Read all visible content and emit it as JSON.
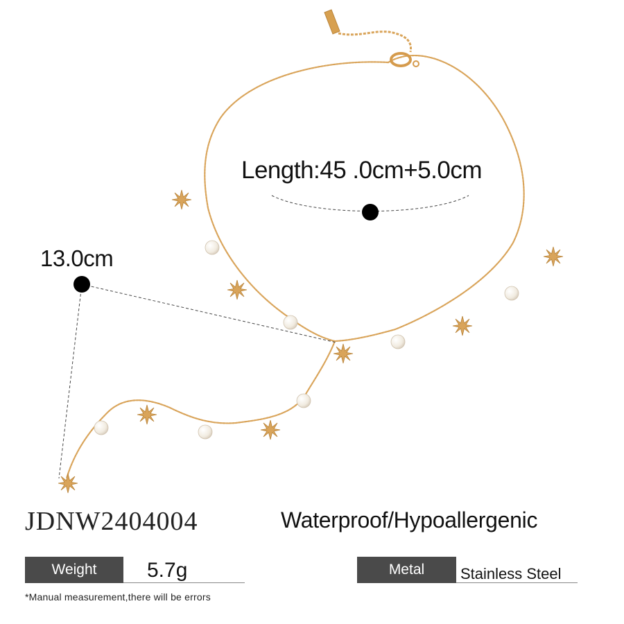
{
  "product": {
    "length_label": "Length:45 .0cm+5.0cm",
    "drop_label": "13.0cm",
    "sku": "JDNW2404004",
    "features": "Waterproof/Hypoallergenic",
    "note": "*Manual measurement,there will be errors"
  },
  "specs": {
    "weight_label": "Weight",
    "weight_value": "5.7g",
    "metal_label": "Metal",
    "metal_value": "Stainless Steel"
  },
  "colors": {
    "gold": "#d9a45a",
    "pearl": "#f4efe6",
    "tag_bg": "#4a4a4a",
    "marker": "#000000"
  },
  "icons": [
    "star-charm-icon",
    "pearl-charm-icon",
    "measure-dot-icon"
  ]
}
